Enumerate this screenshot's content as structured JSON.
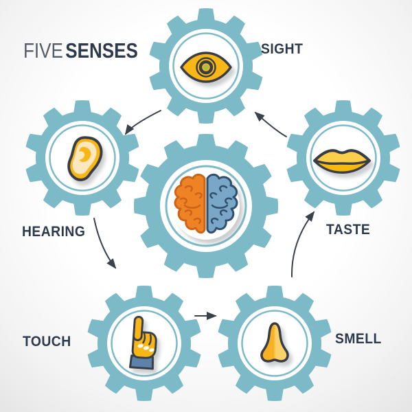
{
  "title": {
    "word1": "FIVE",
    "word2": "SENSES"
  },
  "senses": {
    "sight": {
      "label": "SIGHT",
      "icon": "eye-icon"
    },
    "hearing": {
      "label": "HEARING",
      "icon": "ear-icon"
    },
    "taste": {
      "label": "TASTE",
      "icon": "lips-icon"
    },
    "touch": {
      "label": "TOUCH",
      "icon": "hand-icon"
    },
    "smell": {
      "label": "SMELL",
      "icon": "nose-icon"
    }
  },
  "center": {
    "icon": "brain-icon",
    "description": "brain with orange left and blue right hemisphere"
  },
  "arrows": [
    {
      "from": "sight",
      "to": "hearing"
    },
    {
      "from": "hearing",
      "to": "touch"
    },
    {
      "from": "touch",
      "to": "smell"
    },
    {
      "from": "smell",
      "to": "taste"
    },
    {
      "from": "taste",
      "to": "sight"
    }
  ],
  "colors": {
    "gear_teal": "#7cbac7",
    "text_navy": "#2c3a4c",
    "title_light": "#545c66",
    "arrow": "#3a414b",
    "outline_dark": "#383d44",
    "icon_yellow": "#f8b713",
    "icon_yellow_light": "#fbe7c0",
    "lips_yellow": "#fbcf4a",
    "lips_lower": "#f6b90d",
    "pupil_green": "#a6bf4b",
    "sleeve_blue": "#5d81a8",
    "nose_light": "#fcd687",
    "brain_orange": "#ee8326",
    "brain_orange_line": "#cd6419",
    "brain_blue": "#7aa7c7",
    "brain_blue_line": "#2d4f6d",
    "background_edge": "#e5e5e5"
  }
}
